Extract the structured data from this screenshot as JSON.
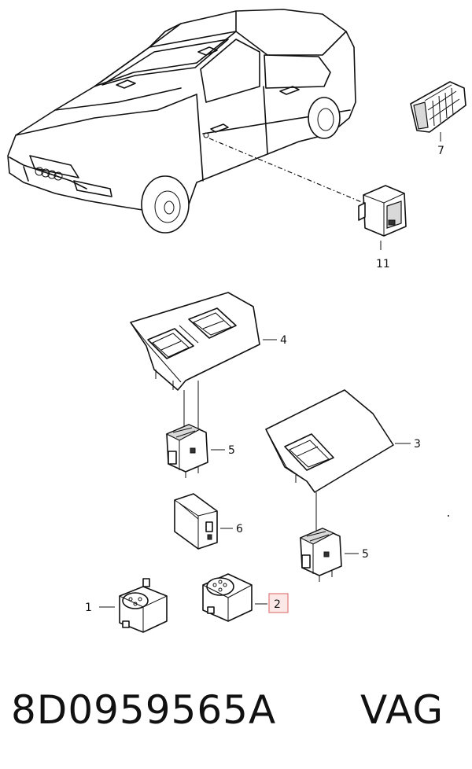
{
  "callouts": {
    "c7": "7",
    "c11": "11",
    "c4": "4",
    "c5a": "5",
    "c3": "3",
    "c6": "6",
    "c5b": "5",
    "c1": "1",
    "c2": "2"
  },
  "caption": {
    "part_number": "8D0959565A",
    "brand": "VAG"
  },
  "highlight_color": "#e07a7a"
}
